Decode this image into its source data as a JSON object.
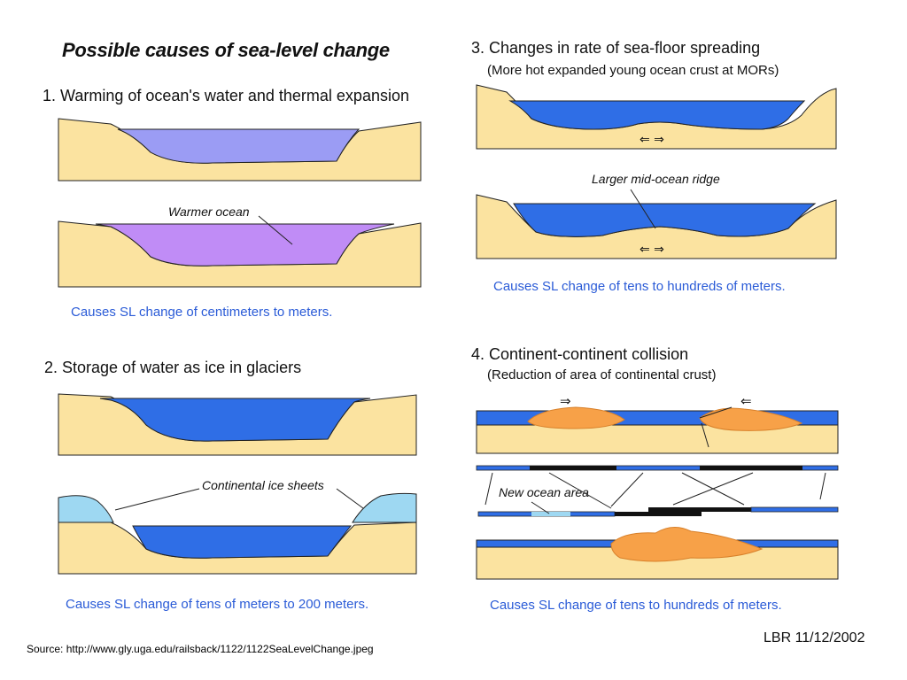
{
  "title": "Possible causes of sea-level change",
  "sections": {
    "s1": {
      "heading": "1. Warming of ocean's water and thermal expansion",
      "label": "Warmer ocean",
      "result": "Causes SL change of centimeters to meters."
    },
    "s2": {
      "heading": "2. Storage of water as ice in glaciers",
      "label": "Continental ice sheets",
      "result": "Causes SL change of tens of meters to 200 meters."
    },
    "s3": {
      "heading": "3. Changes in rate of sea-floor spreading",
      "subheading": "(More hot expanded young ocean crust at MORs)",
      "label": "Larger mid-ocean ridge",
      "result": "Causes SL change of tens to hundreds of meters."
    },
    "s4": {
      "heading": "4. Continent-continent collision",
      "subheading": "(Reduction of area of continental crust)",
      "label": "New ocean area",
      "result": "Causes SL change of tens to hundreds of meters."
    }
  },
  "arrows": {
    "spreading": "⇐ ⇒",
    "push_right": "⇒",
    "push_left": "⇐"
  },
  "source": "Source: http://www.gly.uga.edu/railsback/1122/1122SeaLevelChange.jpeg",
  "signature": "LBR 11/12/2002",
  "colors": {
    "sand": "#fbe3a0",
    "ocean_cool": "#9b9cf4",
    "ocean_warm": "#c08cf6",
    "ocean_blue": "#2f6ee6",
    "ice": "#9ed8f2",
    "crust": "#f7a148",
    "blue_text": "#2a5bd7"
  }
}
